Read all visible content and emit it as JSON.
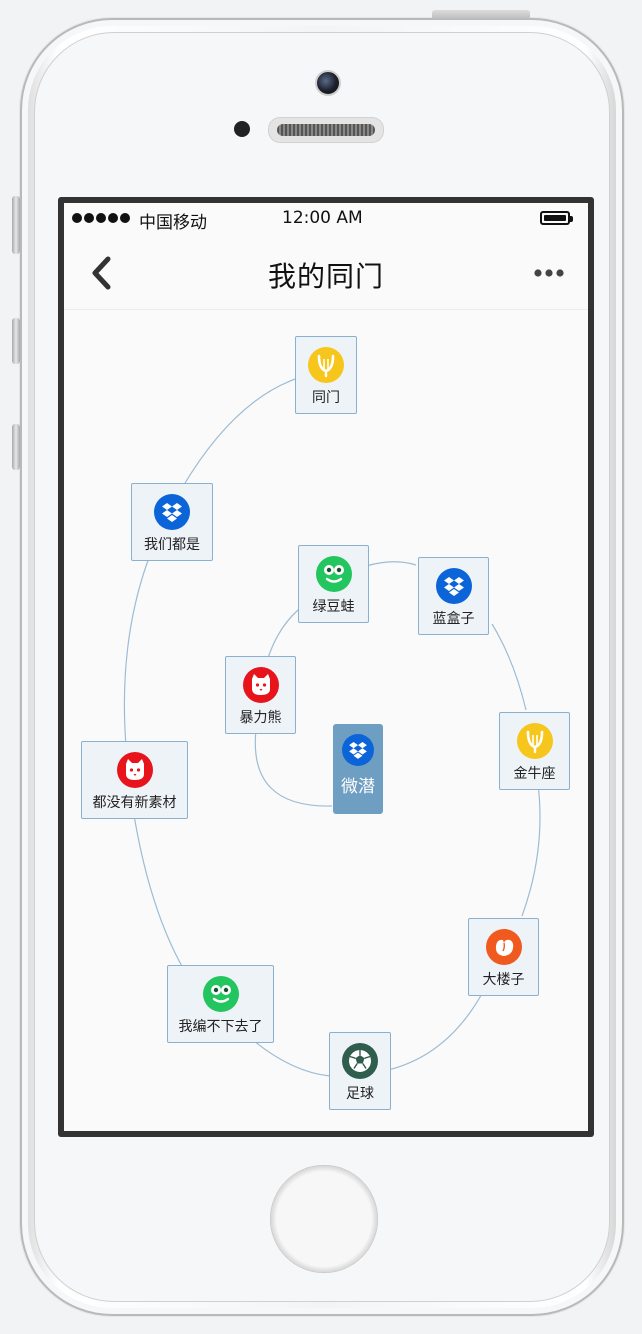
{
  "status_bar": {
    "carrier": "中国移动",
    "time": "12:00 AM"
  },
  "nav": {
    "title": "我的同门"
  },
  "colors": {
    "link_line": "#9dbcd4",
    "node_border": "#8ab0cf",
    "center_bg": "#6f9ec3",
    "app_blue": "#0b64d8",
    "app_yellow": "#f6c61c",
    "app_red": "#e8141b",
    "app_green": "#22c55e",
    "app_orange": "#f05a1e",
    "app_darkgreen": "#2f5d4e"
  },
  "center": {
    "label": "微潜",
    "icon": "dropbox-icon"
  },
  "outer_ring": [
    {
      "label": "同门",
      "icon": "lyre-icon"
    },
    {
      "label": "我们都是",
      "icon": "dropbox-icon"
    },
    {
      "label": "都没有新素材",
      "icon": "cat-icon"
    },
    {
      "label": "我编不下去了",
      "icon": "frog-icon"
    },
    {
      "label": "足球",
      "icon": "soccer-ball-icon"
    },
    {
      "label": "大楼子",
      "icon": "peach-icon"
    },
    {
      "label": "金牛座",
      "icon": "lyre-icon"
    }
  ],
  "inner_ring": [
    {
      "label": "绿豆蛙",
      "icon": "frog-icon"
    },
    {
      "label": "蓝盒子",
      "icon": "dropbox-icon"
    },
    {
      "label": "暴力熊",
      "icon": "cat-icon"
    }
  ]
}
